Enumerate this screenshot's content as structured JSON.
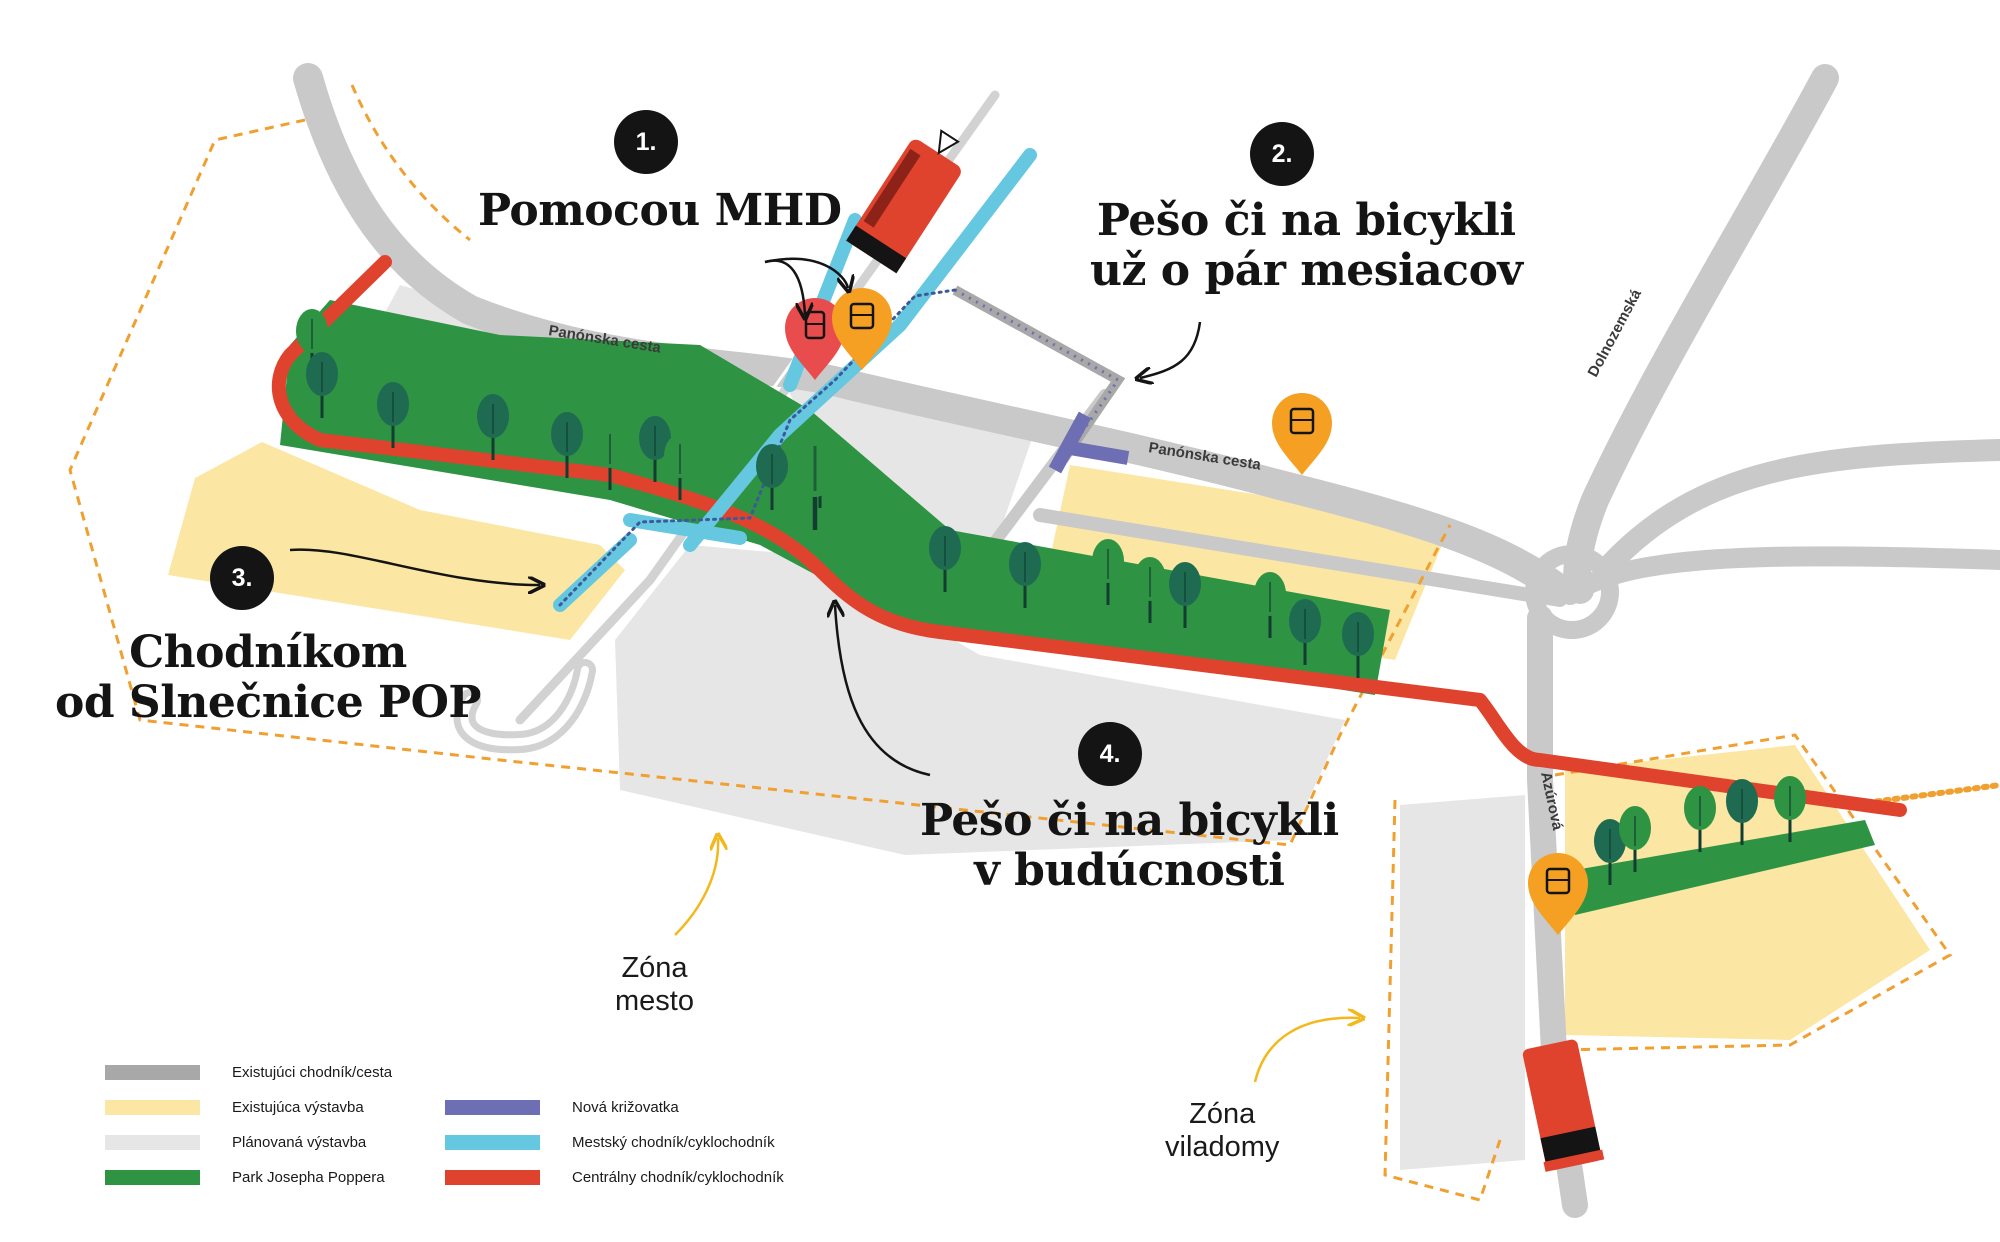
{
  "colors": {
    "road": "#c9c9c9",
    "existing_building": "#fbe7a3",
    "planned_building": "#e6e6e7",
    "park": "#2e9443",
    "new_crossing": "#6e6eb4",
    "city_path": "#66c7e0",
    "central_path": "#e0432d",
    "zone_border": "#f0a030",
    "pin_orange": "#f5a023",
    "pin_red": "#e84c4c",
    "tree_dark": "#1f6b52",
    "tree_green": "#2e9443",
    "text": "#141414"
  },
  "steps": [
    {
      "number": "1.",
      "lines": [
        "Pomocou MHD"
      ]
    },
    {
      "number": "2.",
      "lines": [
        "Pešo či na bicykli",
        "už o pár mesiacov"
      ]
    },
    {
      "number": "3.",
      "lines": [
        "Chodníkom",
        "od Slnečnice POP"
      ]
    },
    {
      "number": "4.",
      "lines": [
        "Pešo či na bicykli",
        "v budúcnosti"
      ]
    }
  ],
  "street_labels": {
    "panonska_west": "Panónska cesta",
    "panonska_east": "Panónska cesta",
    "dolnozemska": "Dolnozemská",
    "azurova": "Azúrová"
  },
  "zones": [
    {
      "lines": [
        "Zóna",
        "mesto"
      ]
    },
    {
      "lines": [
        "Zóna",
        "viladomy"
      ]
    }
  ],
  "icons": {
    "bus_pin": "bus-stop-pin-icon",
    "tram_pin": "tram-stop-pin-icon",
    "tram_vehicle": "tram-vehicle-icon",
    "bus_vehicle": "bus-vehicle-icon",
    "tree": "tree-icon"
  },
  "legend": [
    {
      "label": "Existujúci chodník/cesta",
      "color": "#a8a8a8"
    },
    {
      "label": "Existujúca výstavba",
      "color": "#fbe7a3"
    },
    {
      "label": "Plánovaná výstavba",
      "color": "#e6e6e7"
    },
    {
      "label": "Park Josepha Poppera",
      "color": "#2e9443"
    },
    {
      "label": "Nová križovatka",
      "color": "#6e6eb4"
    },
    {
      "label": "Mestský chodník/cyklochodník",
      "color": "#66c7e0"
    },
    {
      "label": "Centrálny chodník/cyklochodník",
      "color": "#e0432d"
    }
  ]
}
